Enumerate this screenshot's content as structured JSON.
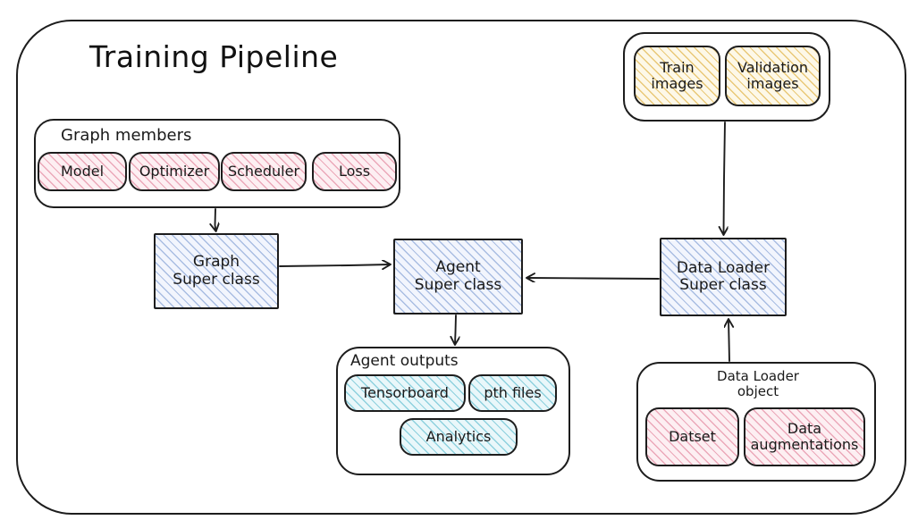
{
  "diagram": {
    "title": "Training Pipeline",
    "type": "flowchart",
    "style": "hand-drawn sketch (excalidraw-like)",
    "colors": {
      "stroke": "#1d1d1d",
      "pink_fill": "#fdeff2",
      "pink_hatch": "#eba8b9",
      "blue_fill": "#f2f5fd",
      "blue_hatch": "#a9bde2",
      "teal_fill": "#e9f7fa",
      "teal_hatch": "#8ed1de",
      "yellow_fill": "#fdf8e8",
      "yellow_hatch": "#e9c877",
      "background": "#ffffff"
    }
  },
  "groups": {
    "graph_members": {
      "title": "Graph members",
      "items": [
        {
          "label": "Model"
        },
        {
          "label": "Optimizer"
        },
        {
          "label": "Scheduler"
        },
        {
          "label": "Loss"
        }
      ]
    },
    "image_sources": {
      "title": "",
      "items": [
        {
          "label": "Train\nimages"
        },
        {
          "label": "Validation\nimages"
        }
      ]
    },
    "agent_outputs": {
      "title": "Agent outputs",
      "items": [
        {
          "label": "Tensorboard"
        },
        {
          "label": "pth files"
        },
        {
          "label": "Analytics"
        }
      ]
    },
    "data_loader_object": {
      "title": "Data Loader\nobject",
      "items": [
        {
          "label": "Datset"
        },
        {
          "label": "Data\naugmentations"
        }
      ]
    }
  },
  "nodes": {
    "graph_super_class": {
      "label": "Graph\nSuper class"
    },
    "agent_super_class": {
      "label": "Agent\nSuper class"
    },
    "data_loader_super_class": {
      "label": "Data Loader\nSuper class"
    }
  },
  "edges": [
    {
      "from": "graph_members",
      "to": "graph_super_class",
      "direction": "down"
    },
    {
      "from": "graph_super_class",
      "to": "agent_super_class",
      "direction": "right"
    },
    {
      "from": "data_loader_super_class",
      "to": "agent_super_class",
      "direction": "left"
    },
    {
      "from": "image_sources",
      "to": "data_loader_super_class",
      "direction": "down"
    },
    {
      "from": "agent_super_class",
      "to": "agent_outputs",
      "direction": "down"
    },
    {
      "from": "data_loader_object",
      "to": "data_loader_super_class",
      "direction": "up"
    }
  ]
}
